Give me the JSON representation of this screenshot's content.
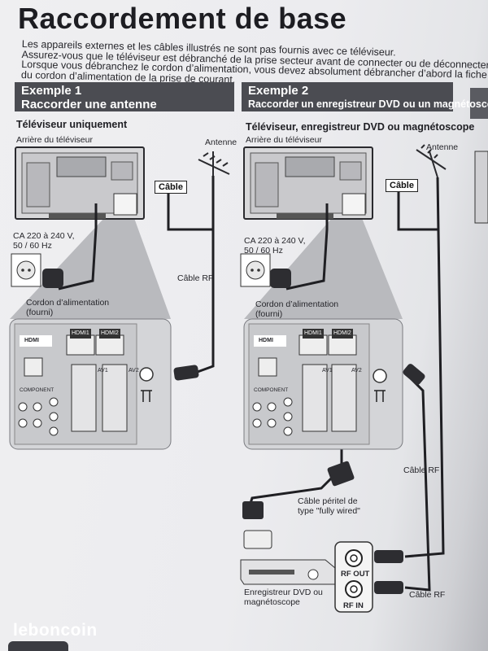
{
  "page": {
    "title": "Raccordement de base",
    "intro": [
      "Les appareils externes et les câbles illustrés ne sont pas fournis avec ce téléviseur.",
      "Assurez-vous que le téléviseur est débranché de la prise secteur avant de connecter ou de déconnecter tout fil.",
      "Lorsque vous débranchez le cordon d’alimentation, vous devez absolument débrancher d’abord la fiche",
      "du cordon d’alimentation de la prise de courant."
    ]
  },
  "example1": {
    "title": "Exemple 1",
    "subtitle": "Raccorder une antenne",
    "scope": "Téléviseur uniquement",
    "rear_tv": "Arrière du téléviseur",
    "antenna": "Antenne",
    "cable": "Câble",
    "voltage": [
      "CA 220 à 240 V,",
      "50 / 60 Hz"
    ],
    "rf_cable": "Câble RF",
    "power_cord": [
      "Cordon d’alimentation",
      "(fourni)"
    ]
  },
  "example2": {
    "title": "Exemple 2",
    "subtitle": "Raccorder un enregistreur DVD ou un magnétoscope",
    "scope": "Téléviseur, enregistreur DVD ou magnétoscope",
    "rear_tv": "Arrière du téléviseur",
    "antenna": "Antenne",
    "cable": "Câble",
    "voltage": [
      "CA 220 à 240 V,",
      "50 / 60 Hz"
    ],
    "power_cord": [
      "Cordon d’alimentation",
      "(fourni)"
    ],
    "rf_cable": "Câble RF",
    "scart": [
      "Câble péritel de",
      "type \"fully wired\""
    ],
    "recorder": [
      "Enregistreur DVD ou",
      "magnétoscope"
    ],
    "rf_out": "RF OUT",
    "rf_in": "RF IN",
    "rf_cable_2": "Câble RF"
  },
  "ports": {
    "hdmi": "HDMI",
    "hdmi1": "HDMI1",
    "hdmi2": "HDMI2",
    "component": "COMPONENT",
    "av1": "AV1",
    "av2": "AV2"
  },
  "watermark": "leboncoin"
}
